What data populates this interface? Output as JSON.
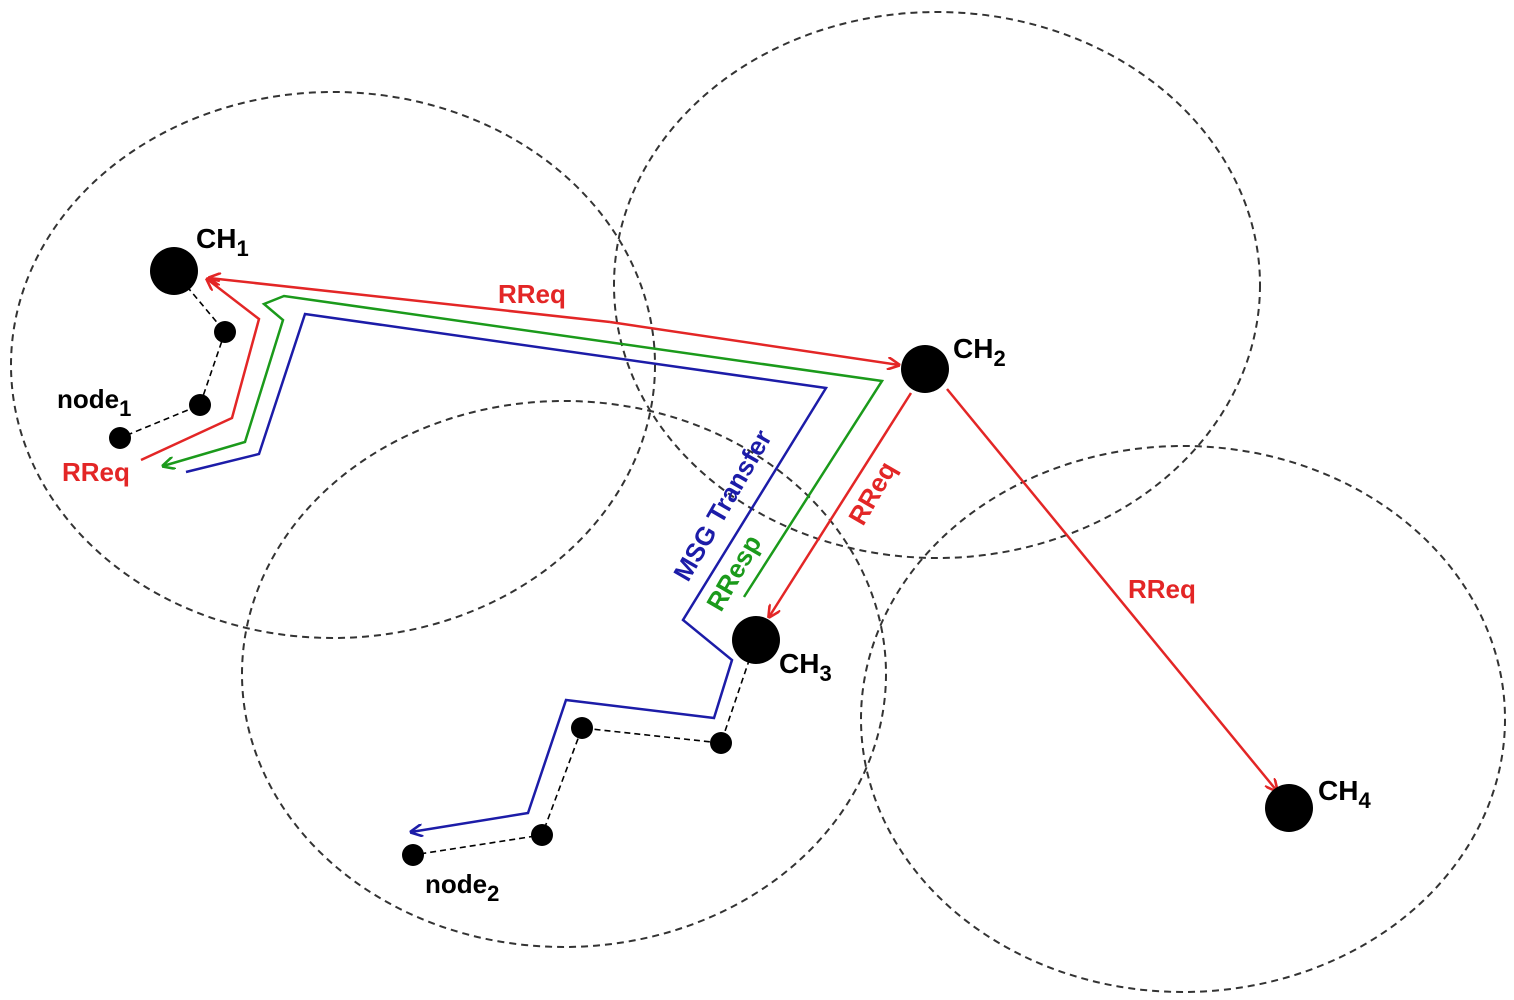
{
  "colors": {
    "rreq": "#e32626",
    "rresp": "#1b9a1b",
    "msg": "#1c1ca8",
    "node": "#000000",
    "boundary": "#333333"
  },
  "clusters": [
    {
      "head": "CH",
      "index": "1"
    },
    {
      "head": "CH",
      "index": "2"
    },
    {
      "head": "CH",
      "index": "3"
    },
    {
      "head": "CH",
      "index": "4"
    }
  ],
  "nodes": [
    {
      "base": "node",
      "index": "1"
    },
    {
      "base": "node",
      "index": "2"
    }
  ],
  "messages": {
    "rreq": "RReq",
    "rresp": "RResp",
    "msg": "MSG Transfer"
  }
}
